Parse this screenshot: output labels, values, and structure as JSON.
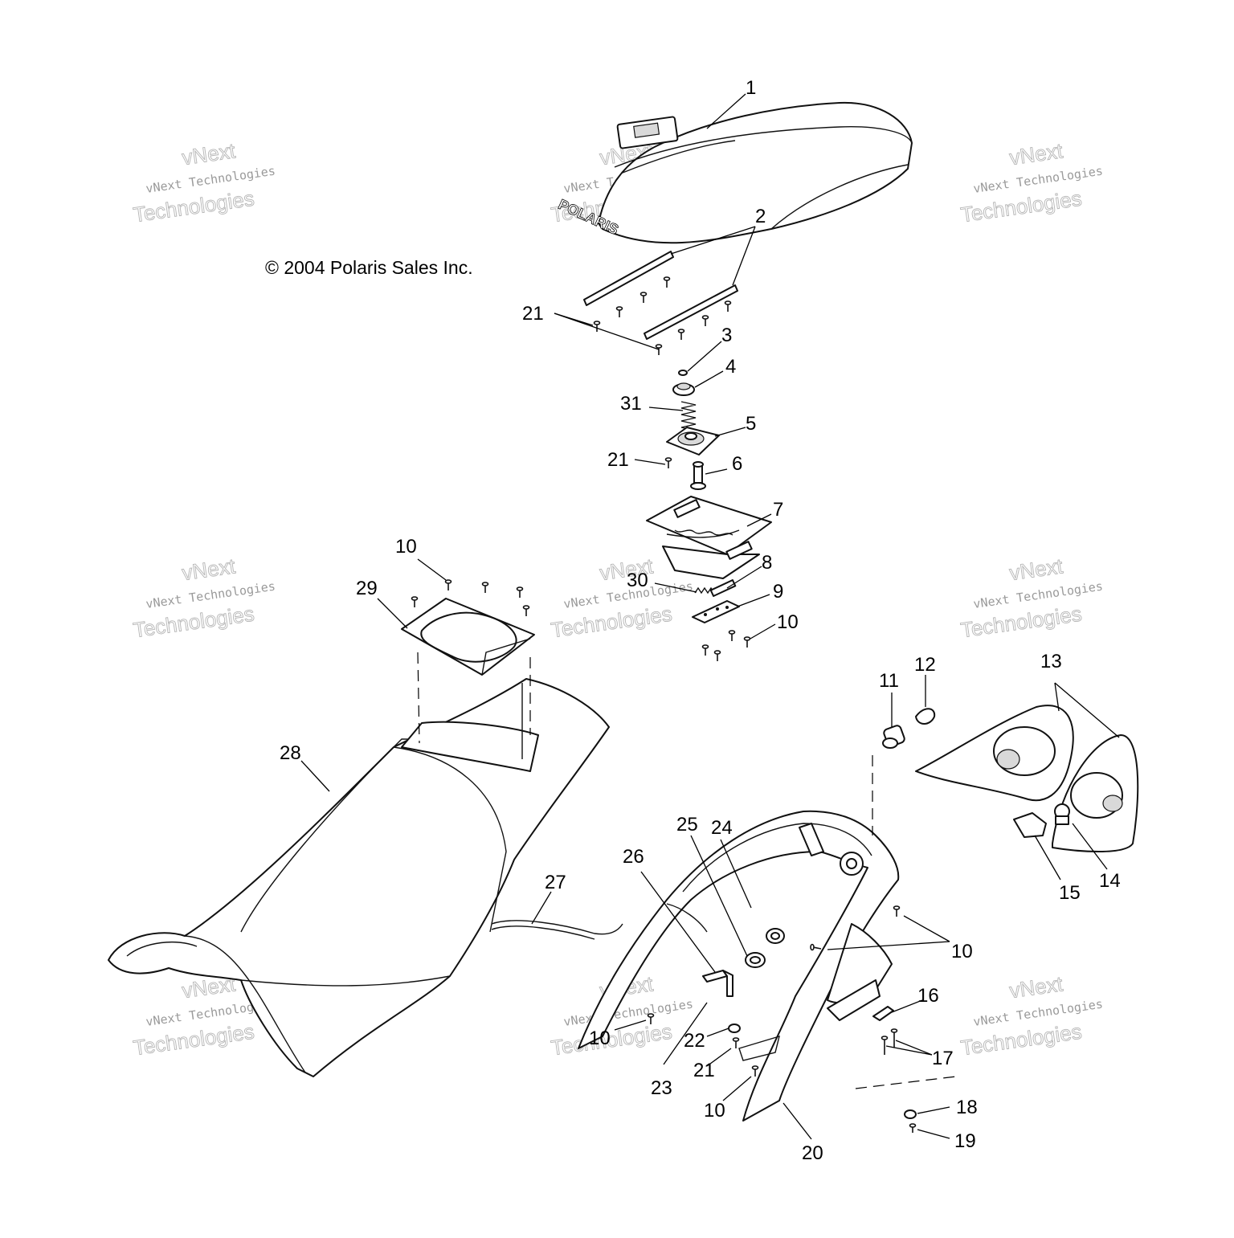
{
  "copyright": "© 2004 Polaris Sales Inc.",
  "logo_text": "POLARIS",
  "watermark": {
    "line1": "vNext",
    "line2": "vNext Technologies",
    "line3": "Technologies"
  },
  "callouts": {
    "c1": "1",
    "c2": "2",
    "c3": "3",
    "c4": "4",
    "c5": "5",
    "c6": "6",
    "c7": "7",
    "c8": "8",
    "c9": "9",
    "c10": "10",
    "c11": "11",
    "c12": "12",
    "c13": "13",
    "c14": "14",
    "c15": "15",
    "c16": "16",
    "c17": "17",
    "c18": "18",
    "c19": "19",
    "c20": "20",
    "c21": "21",
    "c22": "22",
    "c23": "23",
    "c24": "24",
    "c25": "25",
    "c26": "26",
    "c27": "27",
    "c28": "28",
    "c29": "29",
    "c30": "30",
    "c31": "31"
  }
}
